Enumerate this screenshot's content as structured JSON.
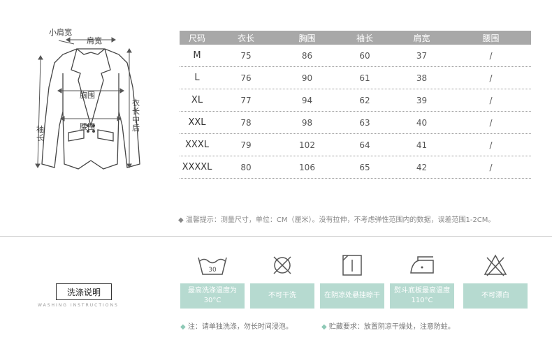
{
  "diagram": {
    "labels": {
      "shoulder_small": "小肩宽",
      "shoulder": "肩宽",
      "chest": "胸围",
      "waist": "腰围",
      "sleeve": "袖长",
      "length": "衣长中后"
    }
  },
  "size_table": {
    "headers": [
      "尺码",
      "衣长",
      "胸围",
      "袖长",
      "肩宽",
      "腰围"
    ],
    "rows": [
      [
        "M",
        "75",
        "86",
        "60",
        "37",
        "/"
      ],
      [
        "L",
        "76",
        "90",
        "61",
        "38",
        "/"
      ],
      [
        "XL",
        "77",
        "94",
        "62",
        "39",
        "/"
      ],
      [
        "XXL",
        "78",
        "98",
        "63",
        "40",
        "/"
      ],
      [
        "XXXL",
        "79",
        "102",
        "64",
        "41",
        "/"
      ],
      [
        "XXXXL",
        "80",
        "106",
        "65",
        "42",
        "/"
      ]
    ]
  },
  "tip": "◆ 温馨提示：测量尺寸，单位：CM（厘米）。没有拉伸，不考虑弹性范围内的数据，误差范围1-2CM。",
  "washing": {
    "title": "洗涤说明",
    "subtitle": "WASHING INSTRUCTIONS",
    "temp_label": "30",
    "items": [
      {
        "icon": "wash-30-icon",
        "text": "最高洗涤温度为30°C"
      },
      {
        "icon": "no-tumble-dry-icon",
        "text": "不可干洗"
      },
      {
        "icon": "line-dry-shade-icon",
        "text": "在阴凉处悬挂晾干"
      },
      {
        "icon": "iron-icon",
        "text": "熨斗底板最高温度110°C"
      },
      {
        "icon": "no-bleach-icon",
        "text": "不可漂白"
      }
    ],
    "note_left": "注：请单独洗涤，勿长时间浸泡。",
    "note_right": "贮藏要求：放置阴凉干燥处，注意防蛀。"
  },
  "colors": {
    "accent": "#b6dad0",
    "header_gray": "#a8a8a8"
  }
}
